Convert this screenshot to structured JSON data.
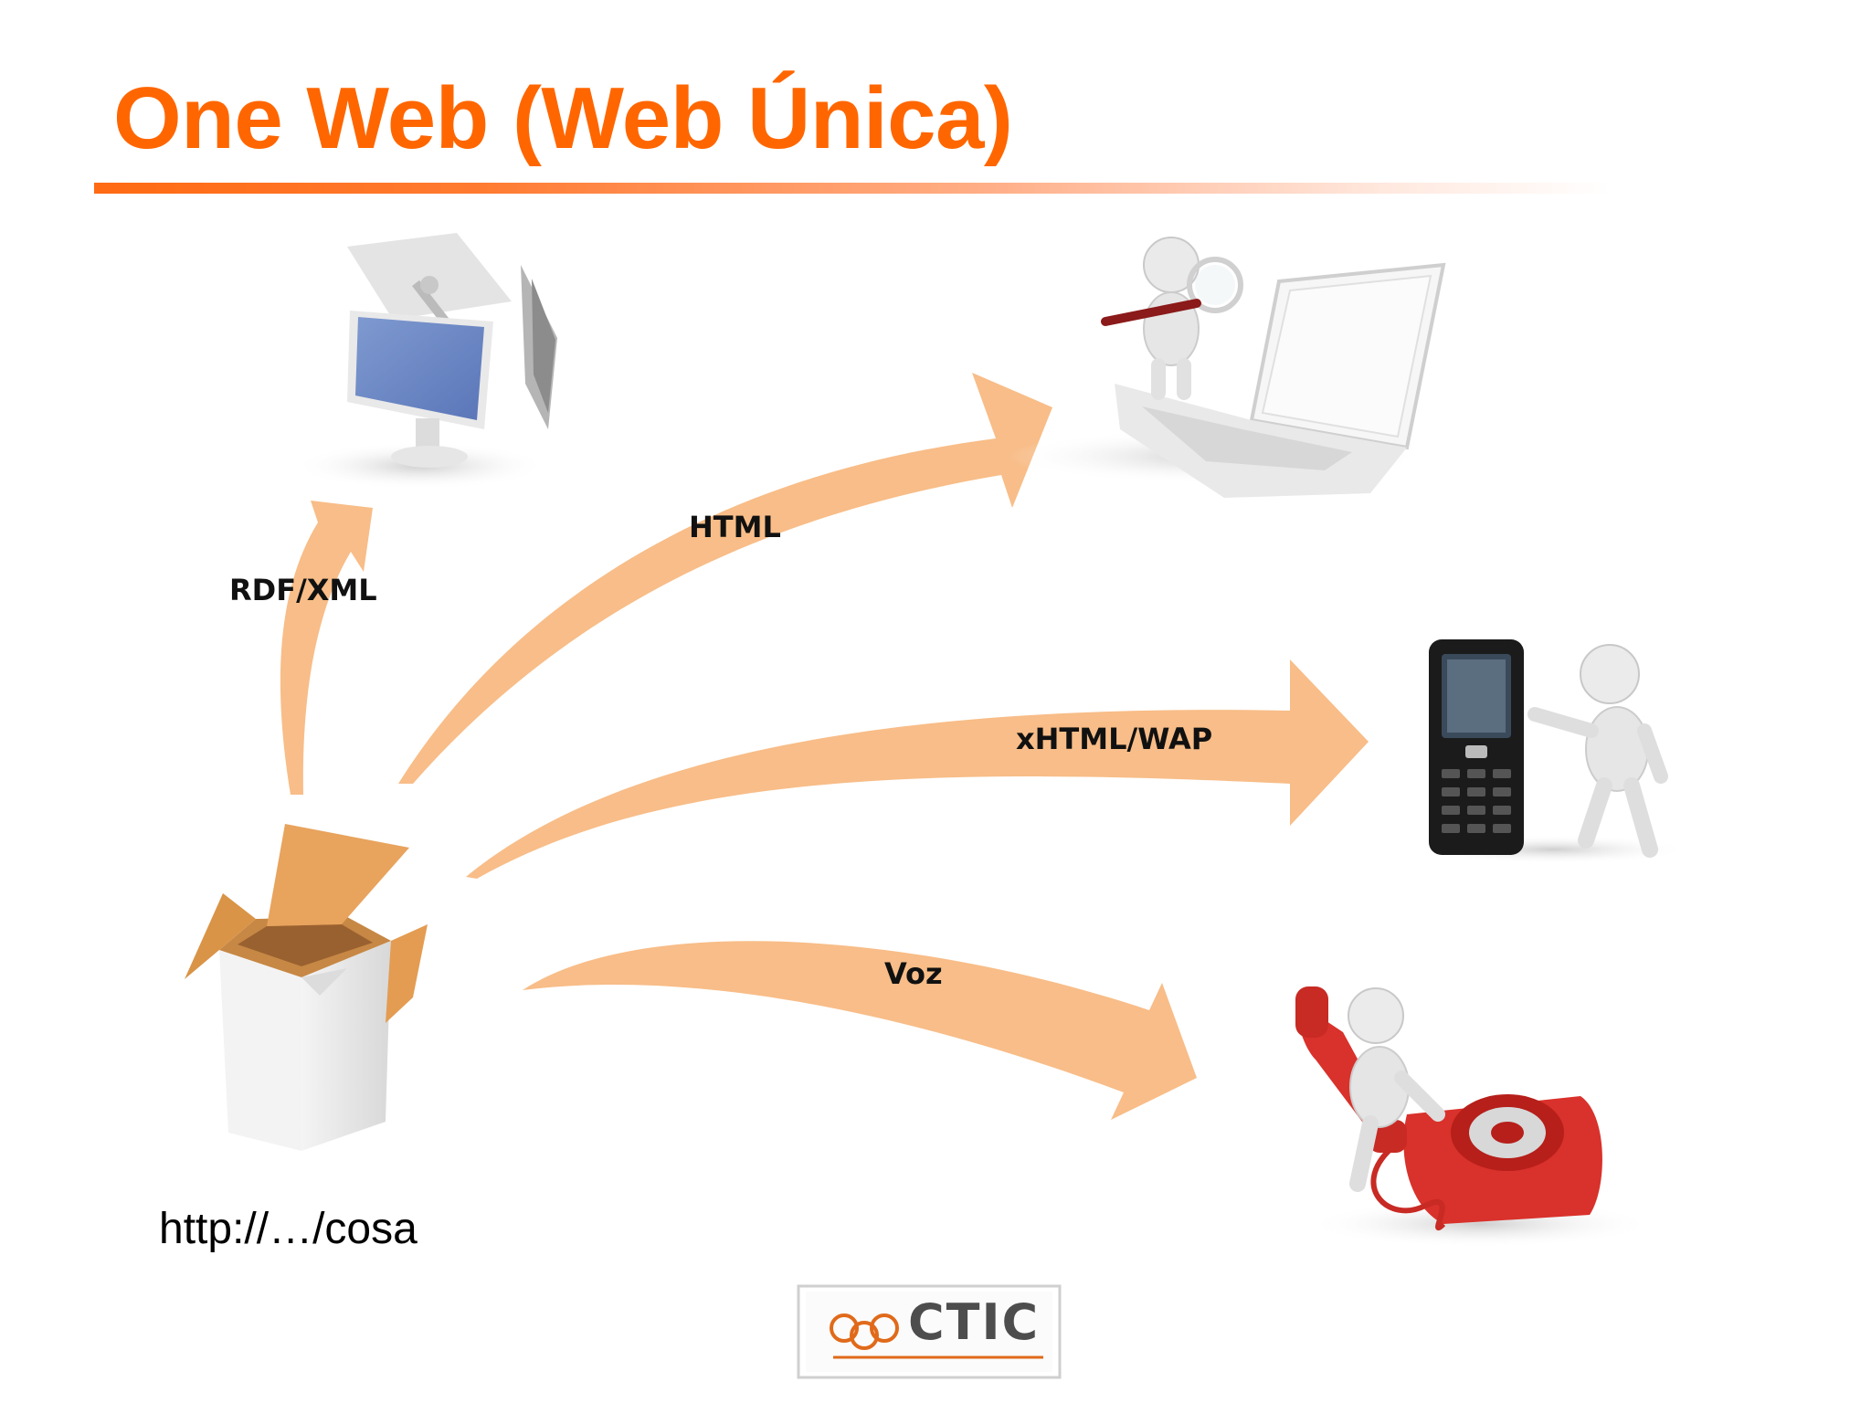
{
  "slide": {
    "title": "One Web (Web Única)",
    "resource_url": "http://…/cosa"
  },
  "channels": [
    {
      "label": "RDF/XML",
      "target": "semantic-web-computer-icon"
    },
    {
      "label": "HTML",
      "target": "laptop-search-icon"
    },
    {
      "label": "xHTML/WAP",
      "target": "mobile-phone-icon"
    },
    {
      "label": "Voz",
      "target": "telephone-icon"
    }
  ],
  "logo": {
    "text": "CTIC"
  },
  "colors": {
    "title": "#ff6600",
    "arrow": "#f8bd88",
    "rule": "#ff6a13"
  }
}
